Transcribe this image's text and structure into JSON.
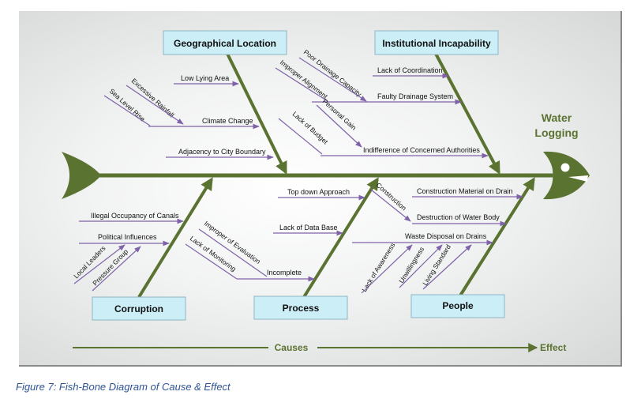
{
  "diagram": {
    "effect": [
      "Water",
      "Logging"
    ],
    "categories": [
      "Geographical Location",
      "Institutional Incapability",
      "Corruption",
      "Process",
      "People"
    ],
    "causes": {
      "low_lying_area": "Low Lying Area",
      "excessive_rainfall": "Excessive Rainfall",
      "sea_level_rise": "Sea Level Rise",
      "climate_change": "Climate Change",
      "adjacency_city_boundary": "Adjacency to City Boundary",
      "poor_drainage_capacity": "Poor Drainage Capacity",
      "improper_alignment": "Improper Alignment",
      "lack_of_coordination": "Lack of Coordination",
      "faulty_drainage_system": "Faulty Drainage System",
      "personal_gain": "Personal Gain",
      "lack_of_budget": "Lack of Budget",
      "indifference_authorities": "Indifference of Concerned Authorities",
      "illegal_occupancy": "Illegal Occupancy of Canals",
      "political_influences": "Political Influences",
      "local_leaders": "Local Leaders",
      "pressure_group": "Pressure Group",
      "improper_evaluation": "Improper of Evaluation",
      "lack_of_monitoring": "Lack of Monitoring",
      "incomplete": "Incomplete",
      "top_down_approach": "Top down Approach",
      "lack_of_data_base": "Lack of Data Base",
      "construction": "Construction",
      "construction_material": "Construction Material on Drain",
      "destruction_water_body": "Destruction of Water Body",
      "waste_disposal": "Waste Disposal on Drains",
      "lack_of_awareness": "Lack of Awareness",
      "unwillingness": "Unwillingness",
      "living_standard": "Living Standard"
    },
    "footer": {
      "causes": "Causes",
      "effect": "Effect"
    }
  },
  "caption": "Figure 7: Fish-Bone Diagram of Cause & Effect",
  "colors": {
    "bone": "#5b7331",
    "box_fill": "#cbeef7",
    "box_stroke": "#8fb5c4",
    "cause_line": "#7e63a8",
    "effect_text": "#5b7331",
    "caption": "#2f5496"
  }
}
